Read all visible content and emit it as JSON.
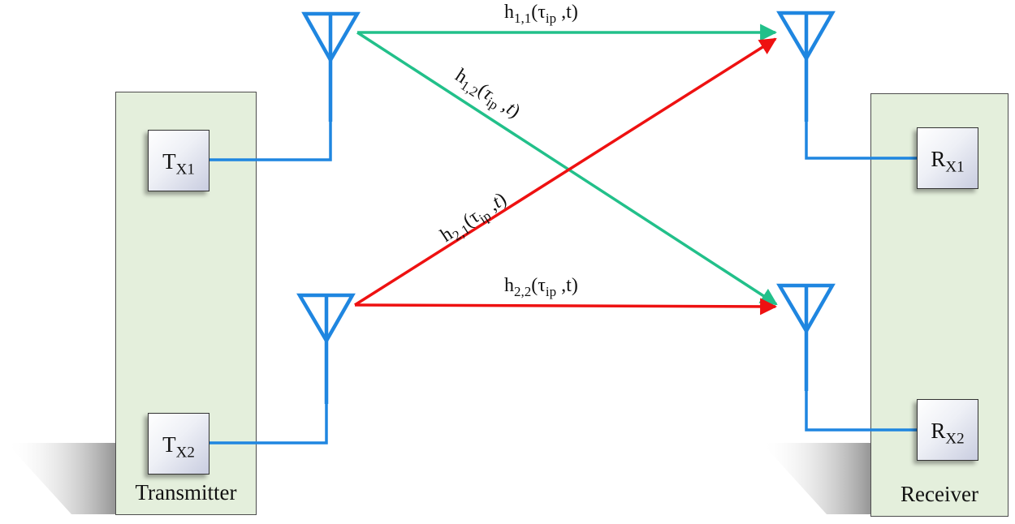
{
  "transmitter": {
    "label": "Transmitter",
    "blocks": [
      {
        "main": "T",
        "sub": "X1"
      },
      {
        "main": "T",
        "sub": "X2"
      }
    ]
  },
  "receiver": {
    "label": "Receiver",
    "blocks": [
      {
        "main": "R",
        "sub": "X1"
      },
      {
        "main": "R",
        "sub": "X2"
      }
    ]
  },
  "channels": {
    "h11": {
      "h": "h",
      "idx": "1,1",
      "open": "(",
      "tau": "τ",
      "tsub": "ip",
      "sep": " ,",
      "t": "t",
      "close": ")"
    },
    "h12": {
      "h": "h",
      "idx": "1,2",
      "open": "(",
      "tau": "τ",
      "tsub": "ip",
      "sep": " ,",
      "t": "t",
      "close": ")"
    },
    "h21": {
      "h": "h",
      "idx": "2,1",
      "open": "(",
      "tau": "τ",
      "tsub": "ip",
      "sep": " ,",
      "t": "t",
      "close": ")"
    },
    "h22": {
      "h": "h",
      "idx": "2,2",
      "open": "(",
      "tau": "τ",
      "tsub": "ip",
      "sep": " ,",
      "t": "t",
      "close": ")"
    }
  },
  "colors": {
    "panel_fill": "#e4efdc",
    "wire": "#1f86e0",
    "link_green": "#22c08a",
    "link_red": "#ee1111"
  }
}
